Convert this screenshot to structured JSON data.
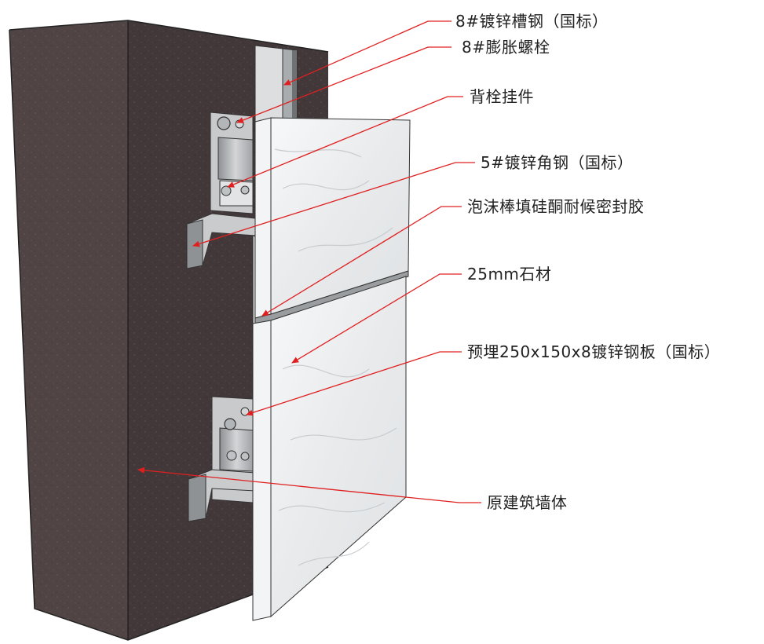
{
  "colors": {
    "annotation": "#e02020",
    "label_text": "#222222",
    "wall": "#4a3e3f",
    "stone": "#eef0f1",
    "metal": "#b9bbbd"
  },
  "callouts": [
    {
      "id": "channel-steel",
      "label": "8#镀锌槽钢（国标）"
    },
    {
      "id": "expansion-bolt",
      "label": "8#膨胀螺栓"
    },
    {
      "id": "back-anchor",
      "label": "背栓挂件"
    },
    {
      "id": "angle-steel",
      "label": "5#镀锌角钢（国标）"
    },
    {
      "id": "sealant",
      "label": "泡沫棒填硅酮耐候密封胶"
    },
    {
      "id": "stone",
      "label": "25mm石材"
    },
    {
      "id": "embedded-plate",
      "label": "预埋250x150x8镀锌钢板（国标）"
    },
    {
      "id": "wall",
      "label": "原建筑墙体"
    }
  ]
}
